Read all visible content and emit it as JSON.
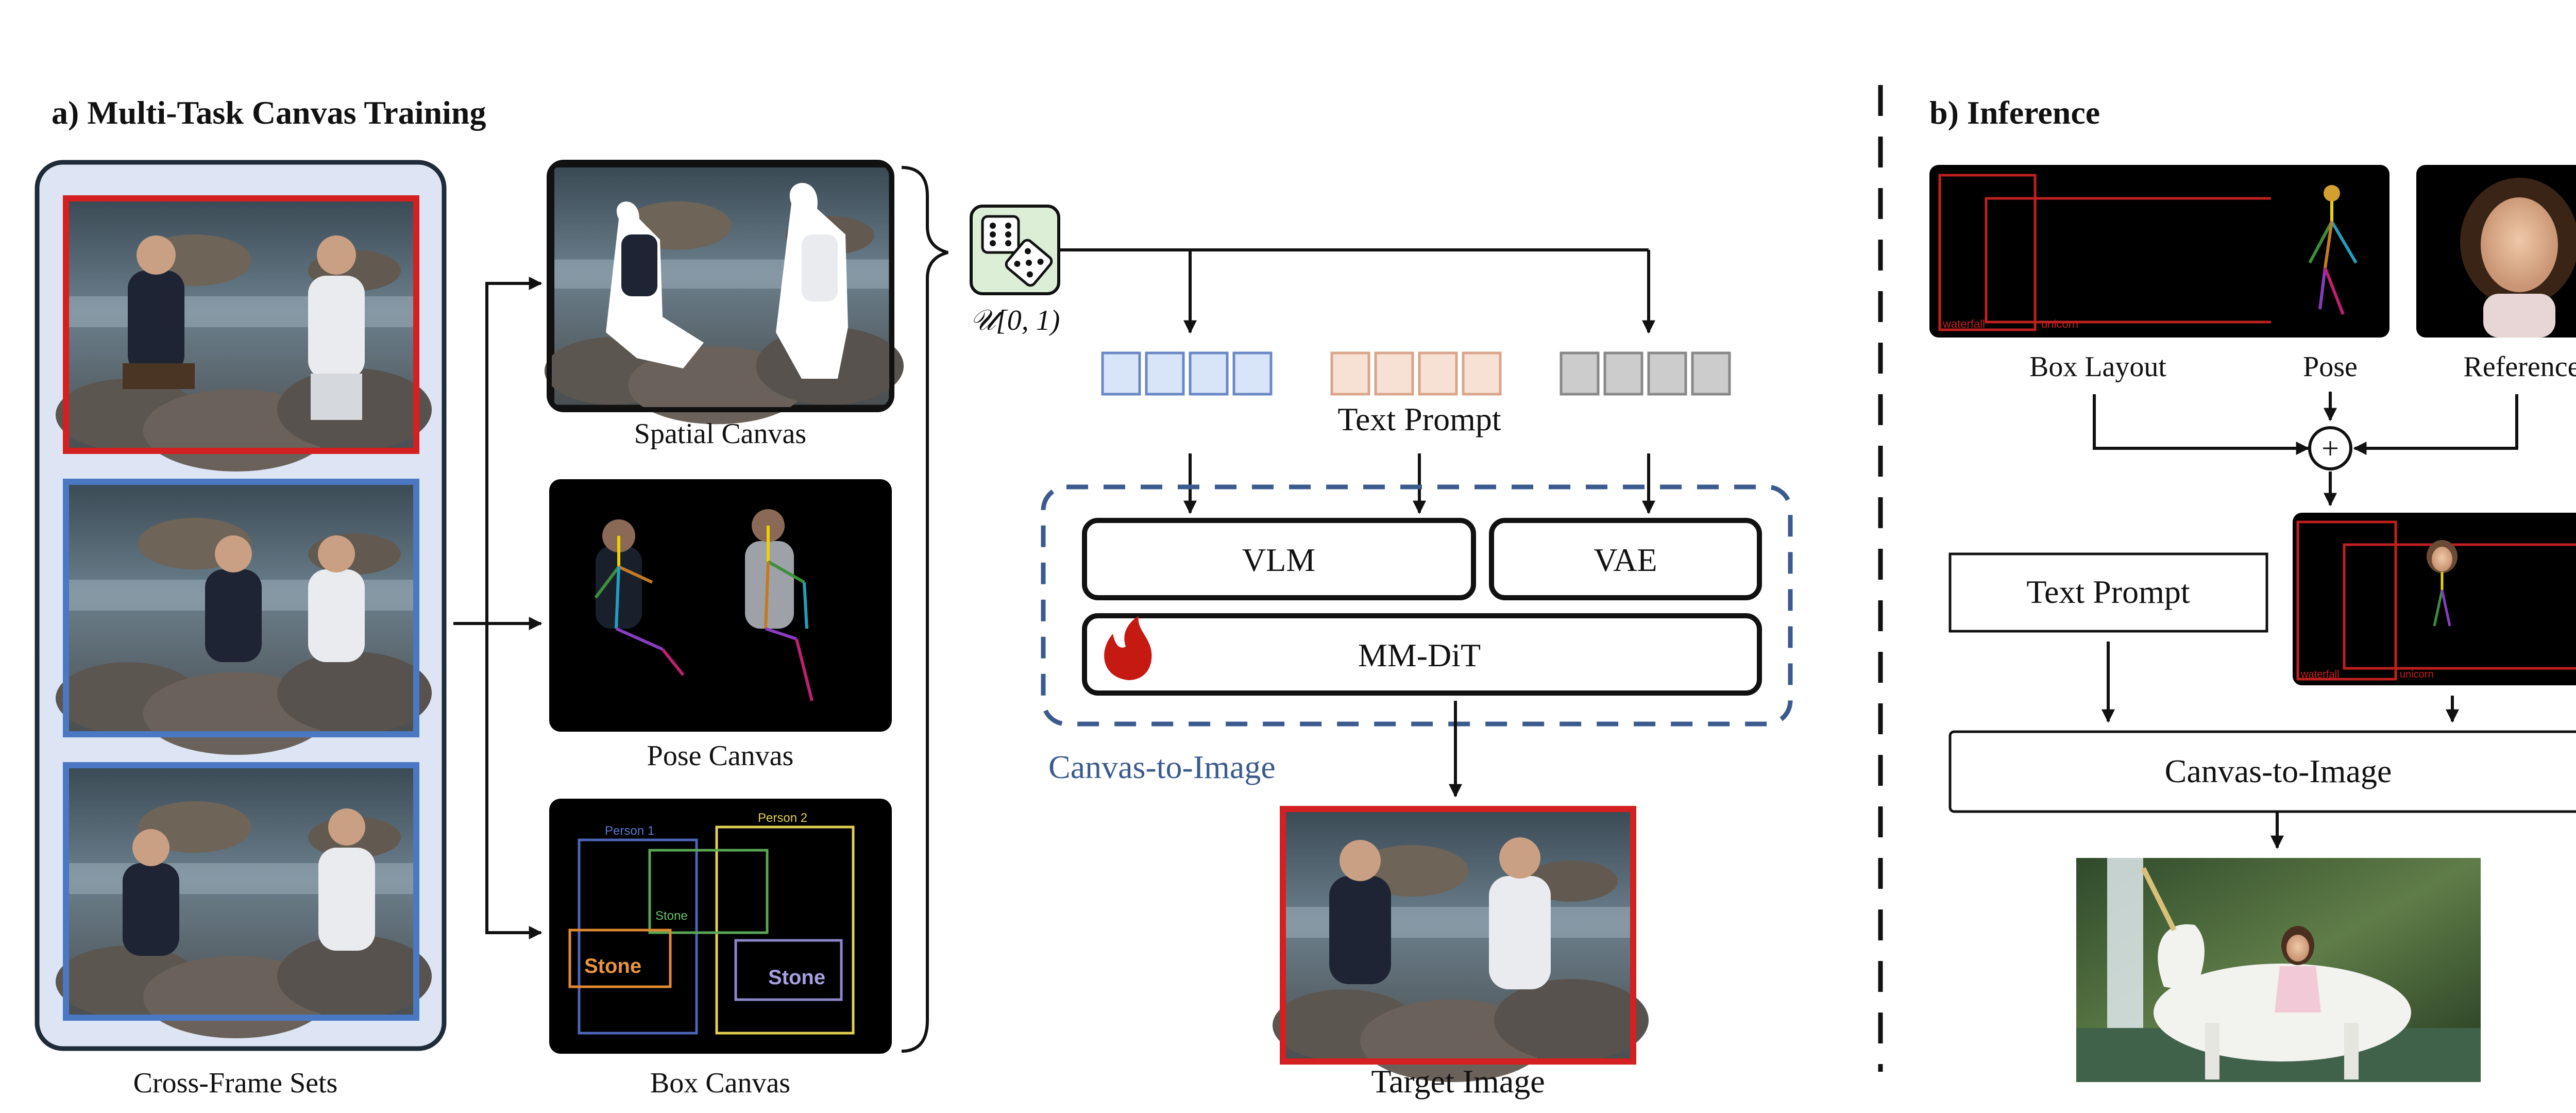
{
  "panel_a": {
    "title": "a) Multi-Task Canvas Training",
    "cross_frame_label": "Cross-Frame Sets",
    "spatial_canvas_label": "Spatial Canvas",
    "pose_canvas_label": "Pose Canvas",
    "box_canvas_label": "Box Canvas",
    "box_canvas_items": {
      "person1": "Person 1",
      "person2": "Person 2",
      "stone_green": "Stone",
      "stone_orange": "Stone",
      "stone_purple": "Stone"
    },
    "uniform_label": "𝒰[0, 1)",
    "text_prompt_label": "Text Prompt",
    "vlm_label": "VLM",
    "vae_label": "VAE",
    "mmdit_label": "MM-DiT",
    "canvas_to_image_label": "Canvas-to-Image",
    "target_image_label": "Target Image"
  },
  "panel_b": {
    "title": "b) Inference",
    "box_layout_label": "Box Layout",
    "pose_label": "Pose",
    "reference_label": "Reference",
    "layout_tags": {
      "waterfall": "waterfall",
      "unicorn": "unicorn"
    },
    "plus_symbol": "+",
    "text_prompt_label": "Text Prompt",
    "canvas_to_image_label": "Canvas-to-Image"
  },
  "colors": {
    "red_frame": "#d42020",
    "blue_frame": "#4a78c2",
    "panel_fill": "#dde5f5",
    "token_blue": "#d8e4f7",
    "token_peach": "#f6e1d4",
    "token_gray": "#cccccc",
    "dashed_blue": "#3b5b8e",
    "dice_green": "#dcefd6"
  },
  "icons": [
    "dice-icon",
    "flame-icon",
    "plus-icon"
  ]
}
